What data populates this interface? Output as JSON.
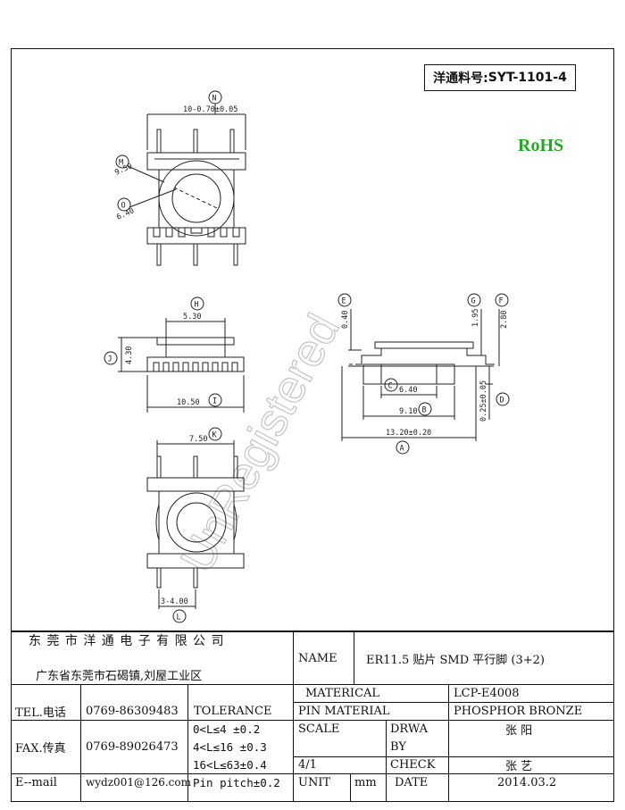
{
  "part_number": {
    "label": "洋通料号:",
    "value": "SYT-1101-4"
  },
  "rohs": "RoHS",
  "watermark": "UnRegistered",
  "dimensions": {
    "N": "10-0.70±0.05",
    "M": "9.50",
    "O": "6.40",
    "H": "5.30",
    "J": "4.30",
    "I": "10.50",
    "K": "7.50",
    "L": "3-4.00",
    "E": "0.40",
    "G": "1.95",
    "F": "2.80",
    "C": "6.40",
    "D": "0.25±0.05",
    "B": "9.10",
    "A": "13.20±0.20"
  },
  "title_block": {
    "company": "东 莞 市 洋 通 电 子 有 限 公 司",
    "address": "广东省东莞市石碣镇,刘屋工业区",
    "name_label": "NAME",
    "name_value": "ER11.5 贴片 SMD 平行脚 (3+2)",
    "tel_label": "TEL.电话",
    "tel_value": "0769-86309483",
    "fax_label": "FAX.传真",
    "fax_value": "0769-89026473",
    "email_label": "E--mail",
    "email_value": "wydz001@126.com",
    "tolerance_label": "TOLERANCE",
    "tolerances": [
      "0<L≤4  ±0.2",
      "4<L≤16 ±0.3",
      "16<L≤63±0.4",
      "Pin pitch±0.2"
    ],
    "material_label": "MATERICAL",
    "material_value": "LCP-E4008",
    "pin_material_label": "PIN MATERIAL",
    "pin_material_value": "PHOSPHOR BRONZE",
    "scale_label": "SCALE",
    "scale_value": "4/1",
    "drawn_label_1": "DRWA",
    "drawn_label_2": "BY",
    "drawn_value": "张 阳",
    "check_label": "CHECK",
    "check_value": "张 艺",
    "unit_label": "UNIT",
    "unit_value": "mm",
    "date_label": "DATE",
    "date_value": "2014.03.2"
  }
}
